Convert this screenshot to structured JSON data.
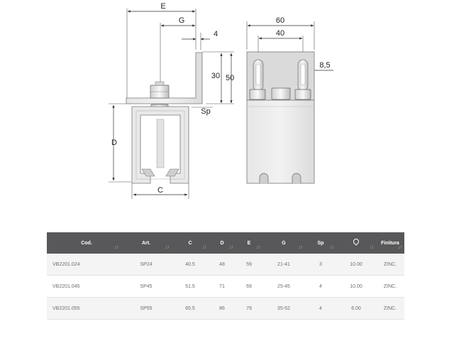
{
  "dimensions": {
    "E": "E",
    "G": "G",
    "four": "4",
    "thirty": "30",
    "fifty": "50",
    "Sp": "Sp",
    "D": "D",
    "C": "C",
    "sixty": "60",
    "forty": "40",
    "eight_five": "8,5"
  },
  "table": {
    "columns": [
      "Cod.",
      "Art.",
      "C",
      "D",
      "E",
      "G",
      "Sp",
      "location-pin-icon",
      "Finitura"
    ],
    "rows": [
      [
        "VB2201.024",
        "SP24",
        "40.5",
        "48",
        "59",
        "21-41",
        "3",
        "10.00",
        "ZINC."
      ],
      [
        "VB2201.045",
        "SP45",
        "51.5",
        "71",
        "69",
        "25-45",
        "4",
        "10.00",
        "ZINC."
      ],
      [
        "VB2201.055",
        "SP55",
        "65.5",
        "86",
        "79",
        "35-52",
        "4",
        "6.00",
        "ZINC."
      ]
    ]
  }
}
